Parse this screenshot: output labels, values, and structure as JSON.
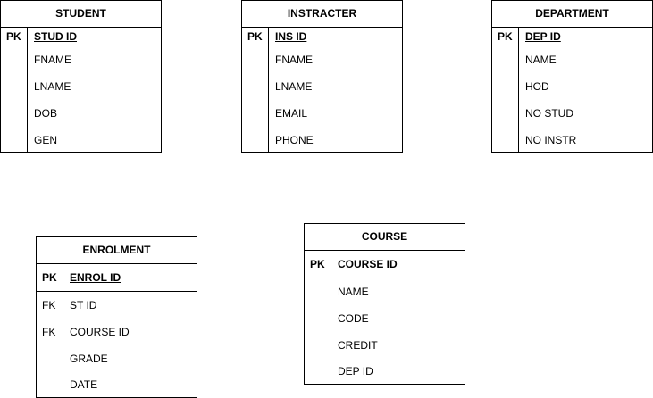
{
  "entities": {
    "student": {
      "title": "STUDENT",
      "pk": {
        "key": "PK",
        "name": "STUD ID"
      },
      "attrs": [
        {
          "key": "",
          "name": "FNAME"
        },
        {
          "key": "",
          "name": "LNAME"
        },
        {
          "key": "",
          "name": "DOB"
        },
        {
          "key": "",
          "name": "GEN"
        }
      ]
    },
    "instracter": {
      "title": "INSTRACTER",
      "pk": {
        "key": "PK",
        "name": "INS ID"
      },
      "attrs": [
        {
          "key": "",
          "name": "FNAME"
        },
        {
          "key": "",
          "name": "LNAME"
        },
        {
          "key": "",
          "name": "EMAIL"
        },
        {
          "key": "",
          "name": "PHONE"
        }
      ]
    },
    "department": {
      "title": "DEPARTMENT",
      "pk": {
        "key": "PK",
        "name": "DEP ID"
      },
      "attrs": [
        {
          "key": "",
          "name": "NAME"
        },
        {
          "key": "",
          "name": "HOD"
        },
        {
          "key": "",
          "name": "NO STUD"
        },
        {
          "key": "",
          "name": "NO INSTR"
        }
      ]
    },
    "enrolment": {
      "title": "ENROLMENT",
      "pk": {
        "key": "PK",
        "name": "ENROL ID"
      },
      "attrs": [
        {
          "key": "FK",
          "name": "ST ID"
        },
        {
          "key": "FK",
          "name": "COURSE ID"
        },
        {
          "key": "",
          "name": "GRADE"
        },
        {
          "key": "",
          "name": "DATE"
        }
      ]
    },
    "course": {
      "title": "COURSE",
      "pk": {
        "key": "PK",
        "name": "COURSE ID"
      },
      "attrs": [
        {
          "key": "",
          "name": "NAME"
        },
        {
          "key": "",
          "name": "CODE"
        },
        {
          "key": "",
          "name": "CREDIT"
        },
        {
          "key": "",
          "name": "DEP ID"
        }
      ]
    }
  }
}
